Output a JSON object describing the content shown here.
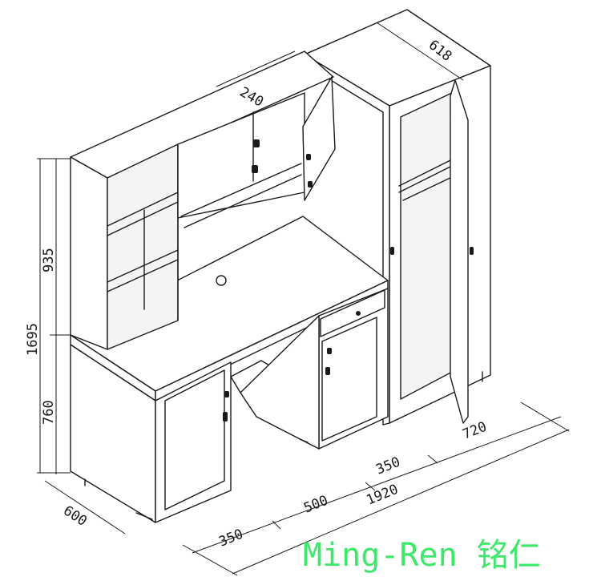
{
  "dimensions": {
    "top_depth": "618",
    "shelf_depth": "240",
    "hutch_height": "935",
    "total_height": "1695",
    "desk_height": "760",
    "depth": "600",
    "left_cabinet_width": "350",
    "knee_width": "500",
    "right_cabinet_width": "350",
    "total_width": "1920",
    "wardrobe_width": "720"
  },
  "watermark": {
    "text": "Ming-Ren 铭仁",
    "color": "#3ee86a"
  }
}
